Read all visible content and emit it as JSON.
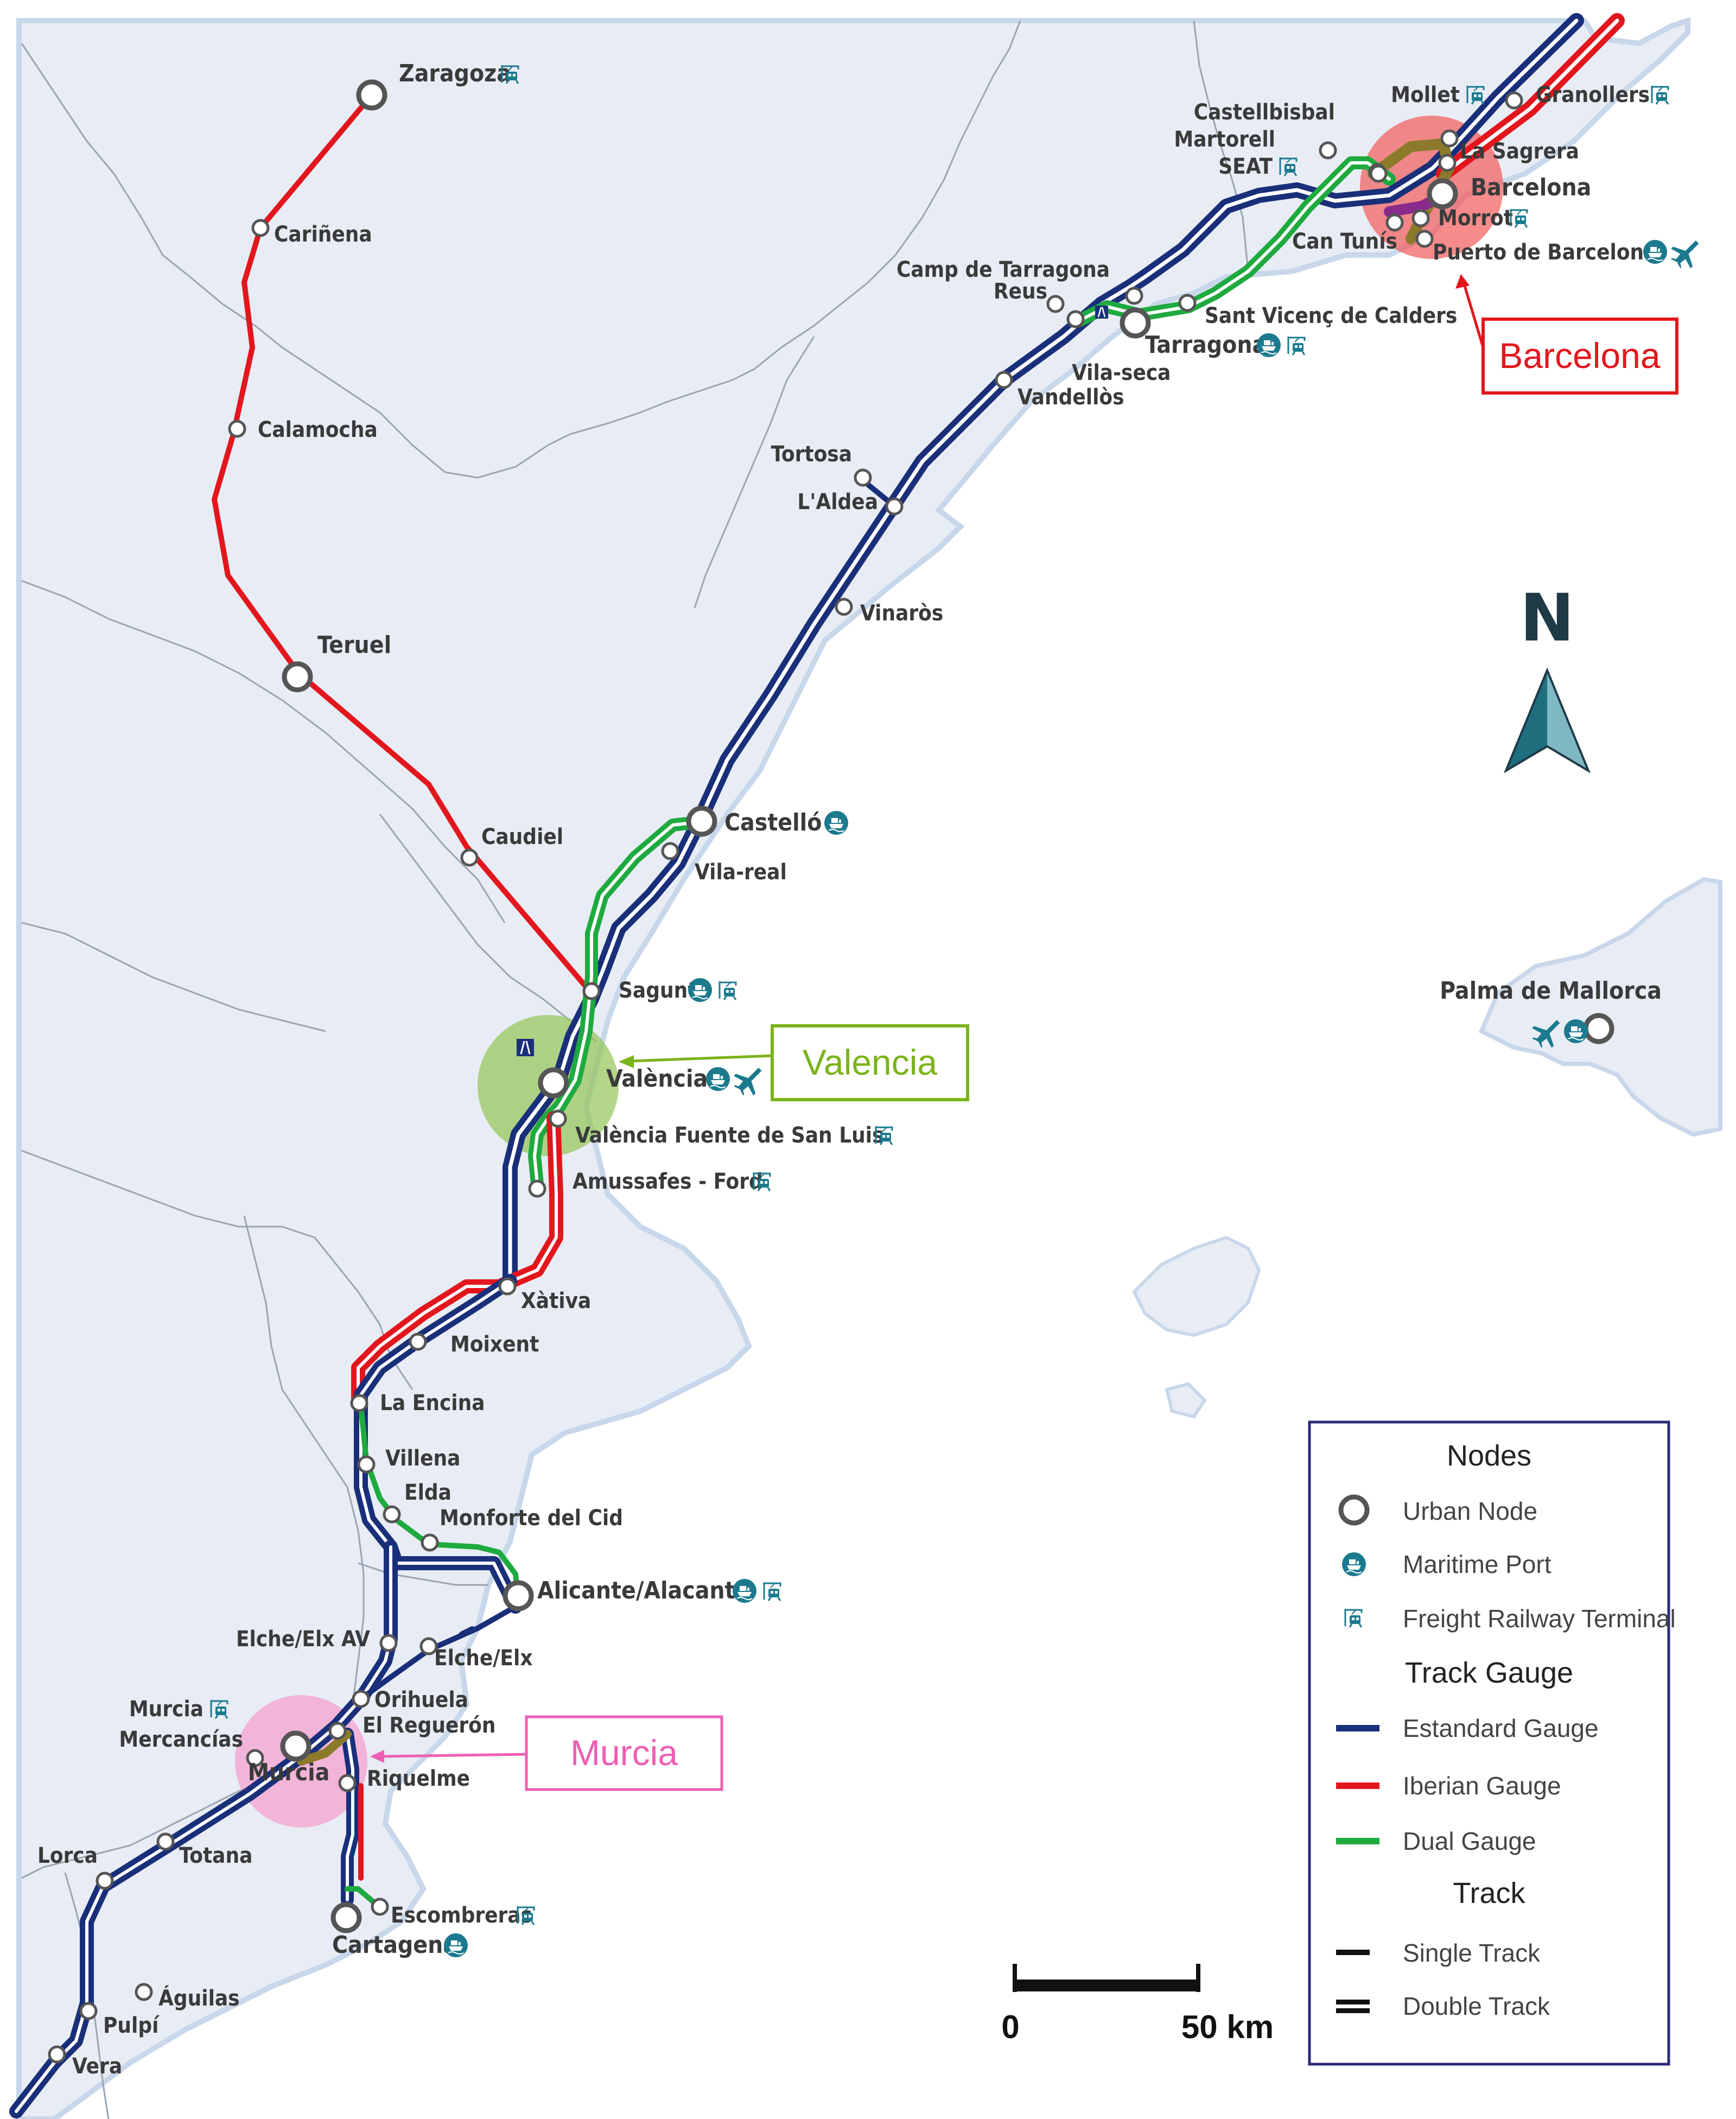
{
  "colors": {
    "sea": "#ffffff",
    "land": "#e8edf5",
    "coast_glow": "#c8d7ea",
    "border": "#9aa4b2",
    "standard": "#1a2f7a",
    "iberian": "#e3161d",
    "dual": "#1eaa3f",
    "teal": "#1b7a8e",
    "barcelona_hl": "#f25a5a",
    "valencia_hl": "#93c556",
    "murcia_hl": "#f4a6d2",
    "node_stroke": "#555555"
  },
  "stations": [
    {
      "id": "zaragoza",
      "label": "Zaragoza",
      "type": "urban",
      "icons": [
        "freight"
      ]
    },
    {
      "id": "carinena",
      "label": "Cariñena",
      "type": "stop",
      "icons": []
    },
    {
      "id": "calamocha",
      "label": "Calamocha",
      "type": "stop",
      "icons": []
    },
    {
      "id": "teruel",
      "label": "Teruel",
      "type": "urban",
      "icons": []
    },
    {
      "id": "caudiel",
      "label": "Caudiel",
      "type": "stop",
      "icons": []
    },
    {
      "id": "sagunt",
      "label": "Sagunt",
      "type": "stop",
      "icons": [
        "port",
        "freight"
      ]
    },
    {
      "id": "valencia",
      "label": "València",
      "type": "urban",
      "icons": [
        "port",
        "airport"
      ]
    },
    {
      "id": "valencia_fsl",
      "label": "València Fuente de San Luis",
      "type": "stop",
      "icons": [
        "freight"
      ]
    },
    {
      "id": "amussafes",
      "label": "Amussafes - Ford",
      "type": "stop",
      "icons": [
        "freight"
      ]
    },
    {
      "id": "castello",
      "label": "Castelló",
      "type": "urban",
      "icons": [
        "port"
      ]
    },
    {
      "id": "vilareal",
      "label": "Vila-real",
      "type": "stop",
      "icons": []
    },
    {
      "id": "vinaros",
      "label": "Vinaròs",
      "type": "stop",
      "icons": []
    },
    {
      "id": "tortosa",
      "label": "Tortosa",
      "type": "stop",
      "icons": []
    },
    {
      "id": "laldea",
      "label": "L'Aldea",
      "type": "stop",
      "icons": []
    },
    {
      "id": "vandellos",
      "label": "Vandellòs",
      "type": "stop",
      "icons": []
    },
    {
      "id": "vilaseca",
      "label": "Vila-seca",
      "type": "stop",
      "icons": []
    },
    {
      "id": "reus",
      "label": "Reus",
      "type": "stop",
      "icons": []
    },
    {
      "id": "camptarragona",
      "label": "Camp de Tarragona",
      "type": "stop",
      "icons": []
    },
    {
      "id": "tarragona",
      "label": "Tarragona",
      "type": "urban",
      "icons": [
        "port",
        "freight"
      ]
    },
    {
      "id": "santvicenc",
      "label": "Sant Vicenç de Calders",
      "type": "stop",
      "icons": []
    },
    {
      "id": "castellbisbal",
      "label": "Castellbisbal",
      "type": "stop",
      "icons": []
    },
    {
      "id": "martorell",
      "label": "Martorell",
      "type": "stop",
      "icons": []
    },
    {
      "id": "seat",
      "label": "SEAT",
      "type": "stop",
      "icons": [
        "freight"
      ]
    },
    {
      "id": "mollet",
      "label": "Mollet",
      "type": "stop",
      "icons": [
        "freight"
      ]
    },
    {
      "id": "granollers",
      "label": "Granollers",
      "type": "stop",
      "icons": [
        "freight"
      ]
    },
    {
      "id": "lasagrera",
      "label": "La Sagrera",
      "type": "stop",
      "icons": []
    },
    {
      "id": "barcelona",
      "label": "Barcelona",
      "type": "urban",
      "icons": []
    },
    {
      "id": "morrot",
      "label": "Morrot",
      "type": "stop",
      "icons": [
        "freight"
      ]
    },
    {
      "id": "cantunis",
      "label": "Can Tunís",
      "type": "stop",
      "icons": []
    },
    {
      "id": "puertobcn",
      "label": "Puerto de Barcelona",
      "type": "stop",
      "icons": [
        "port",
        "airport"
      ]
    },
    {
      "id": "xativa",
      "label": "Xàtiva",
      "type": "stop",
      "icons": []
    },
    {
      "id": "moixent",
      "label": "Moixent",
      "type": "stop",
      "icons": []
    },
    {
      "id": "laencina",
      "label": "La Encina",
      "type": "stop",
      "icons": []
    },
    {
      "id": "villena",
      "label": "Villena",
      "type": "stop",
      "icons": []
    },
    {
      "id": "elda",
      "label": "Elda",
      "type": "stop",
      "icons": []
    },
    {
      "id": "monforte",
      "label": "Monforte del Cid",
      "type": "stop",
      "icons": []
    },
    {
      "id": "alicante",
      "label": "Alicante/Alacant",
      "type": "urban",
      "icons": [
        "port",
        "freight"
      ]
    },
    {
      "id": "elcheav",
      "label": "Elche/Elx AV",
      "type": "stop",
      "icons": []
    },
    {
      "id": "elche",
      "label": "Elche/Elx",
      "type": "stop",
      "icons": []
    },
    {
      "id": "orihuela",
      "label": "Orihuela",
      "type": "stop",
      "icons": []
    },
    {
      "id": "elregueron",
      "label": "El Reguerón",
      "type": "stop",
      "icons": []
    },
    {
      "id": "murciamerc_a",
      "label": "Murcia",
      "type": "stop",
      "icons": [
        "freight"
      ]
    },
    {
      "id": "murciamerc_b",
      "label": "Mercancías",
      "type": "stop",
      "icons": []
    },
    {
      "id": "murcia",
      "label": "Murcia",
      "type": "urban",
      "icons": []
    },
    {
      "id": "riquelme",
      "label": "Riquelme",
      "type": "stop",
      "icons": []
    },
    {
      "id": "escombreras",
      "label": "Escombreras",
      "type": "stop",
      "icons": [
        "freight"
      ]
    },
    {
      "id": "cartagena",
      "label": "Cartagena",
      "type": "urban",
      "icons": [
        "port"
      ]
    },
    {
      "id": "lorca",
      "label": "Lorca",
      "type": "stop",
      "icons": []
    },
    {
      "id": "totana",
      "label": "Totana",
      "type": "stop",
      "icons": []
    },
    {
      "id": "aguilas",
      "label": "Águilas",
      "type": "stop",
      "icons": []
    },
    {
      "id": "pulpi",
      "label": "Pulpí",
      "type": "stop",
      "icons": []
    },
    {
      "id": "vera",
      "label": "Vera",
      "type": "stop",
      "icons": []
    },
    {
      "id": "palma",
      "label": "Palma de Mallorca",
      "type": "urban",
      "icons": [
        "airport",
        "port"
      ]
    }
  ],
  "callouts": [
    {
      "id": "barcelona",
      "label": "Barcelona",
      "color": "#e3161d"
    },
    {
      "id": "valencia",
      "label": "Valencia",
      "color": "#7bb31a"
    },
    {
      "id": "murcia",
      "label": "Murcia",
      "color": "#ee5fb3"
    }
  ],
  "north": {
    "letter": "N"
  },
  "scale": {
    "start": "0",
    "end": "50 km"
  },
  "legend": {
    "nodes_title": "Nodes",
    "urban": "Urban Node",
    "port": "Maritime Port",
    "freight": "Freight Railway Terminal",
    "gauge_title": "Track Gauge",
    "standard": "Estandard Gauge",
    "iberian": "Iberian Gauge",
    "dual": "Dual Gauge",
    "track_title": "Track",
    "single": "Single Track",
    "double": "Double Track"
  }
}
